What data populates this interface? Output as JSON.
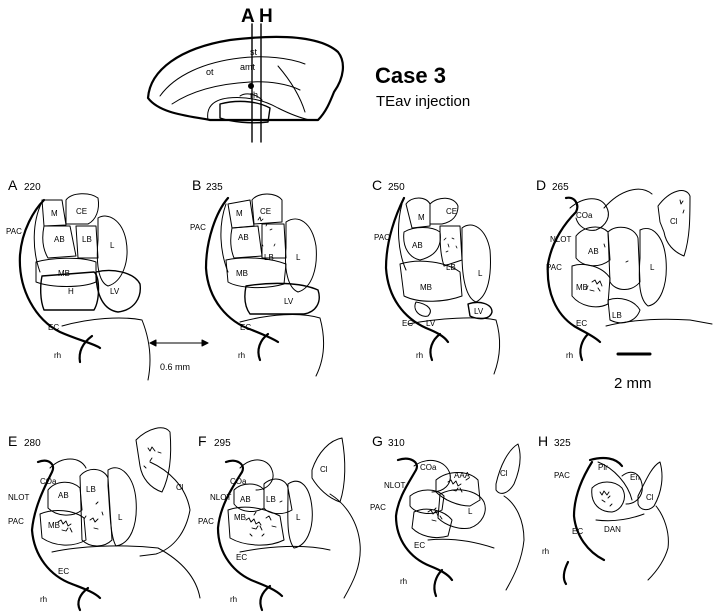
{
  "header": {
    "title": "Case 3",
    "subtitle": "TEav  injection",
    "level_marks": [
      "A",
      "H"
    ],
    "brain_labels": [
      "st",
      "amt",
      "ot",
      "rh"
    ]
  },
  "panels": [
    {
      "id": "A",
      "number": "220",
      "labels": [
        "M",
        "CE",
        "PAC",
        "AB",
        "LB",
        "L",
        "MB",
        "H",
        "LV",
        "EC",
        "rh"
      ]
    },
    {
      "id": "B",
      "number": "235",
      "labels": [
        "M",
        "CE",
        "PAC",
        "AB",
        "LB",
        "L",
        "MB",
        "LV",
        "EC",
        "rh"
      ]
    },
    {
      "id": "C",
      "number": "250",
      "labels": [
        "M",
        "CE",
        "PAC",
        "AB",
        "LB",
        "L",
        "MB",
        "EC",
        "LV",
        "LV",
        "rh"
      ]
    },
    {
      "id": "D",
      "number": "265",
      "labels": [
        "COa",
        "Cl",
        "NLOT",
        "AB",
        "PAC",
        "L",
        "MB",
        "EC",
        "LB",
        "rh"
      ]
    },
    {
      "id": "E",
      "number": "280",
      "labels": [
        "COa",
        "NLOT",
        "AB",
        "LB",
        "Cl",
        "PAC",
        "L",
        "MB",
        "EC",
        "rh"
      ]
    },
    {
      "id": "F",
      "number": "295",
      "labels": [
        "COa",
        "Cl",
        "NLOT",
        "AB",
        "LB",
        "PAC",
        "MB",
        "L",
        "EC",
        "rh"
      ]
    },
    {
      "id": "G",
      "number": "310",
      "labels": [
        "COa",
        "AAA",
        "Cl",
        "NLOT",
        "PAC",
        "L",
        "EC",
        "rh"
      ]
    },
    {
      "id": "H",
      "number": "325",
      "labels": [
        "Pir",
        "PAC",
        "En",
        "Cl",
        "DAN",
        "EC",
        "rh"
      ]
    }
  ],
  "scalebars": {
    "fine": "0.6 mm",
    "coarse": "2 mm"
  }
}
